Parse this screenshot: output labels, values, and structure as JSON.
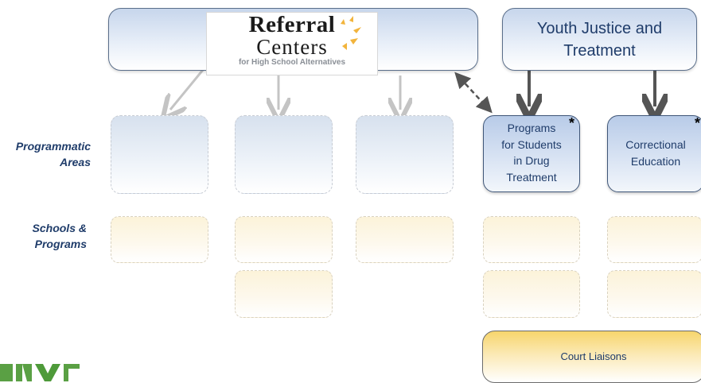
{
  "logo": {
    "line1": "Referral",
    "line2": "Centers",
    "line3": "for High School Alternatives"
  },
  "youth_justice": {
    "title_line1": "Youth Justice and",
    "title_line2": "Treatment"
  },
  "row_labels": {
    "programmatic_line1": "Programmatic",
    "programmatic_line2": "Areas",
    "schools_line1": "Schools &",
    "schools_line2": "Programs"
  },
  "programs": {
    "drug_line1": "Programs",
    "drug_line2": "for Students",
    "drug_line3": "in Drug",
    "drug_line4": "Treatment",
    "corr_line1": "Correctional",
    "corr_line2": "Education",
    "asterisk": "*"
  },
  "court_liaisons": "Court Liaisons",
  "nyc_logo": "NYC",
  "colors": {
    "navy": "#1f3c6a",
    "gold": "#f7d56c",
    "light_blue": "#c7d6ec",
    "nyc_green": "#5aa044"
  }
}
